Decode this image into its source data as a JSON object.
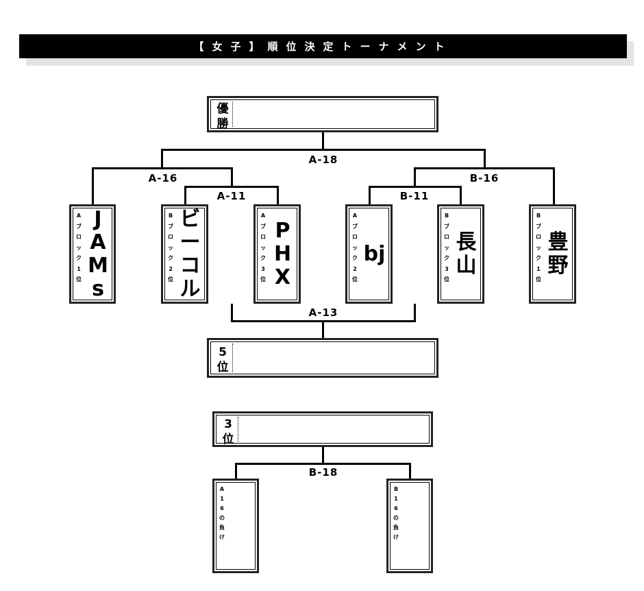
{
  "title": "【女子】順位決定トーナメント",
  "results": {
    "winner": "優勝",
    "fifth": "5位",
    "third": "3位"
  },
  "matches": {
    "final": "A-18",
    "left_semi": "A-16",
    "left_qf": "A-11",
    "right_semi": "B-16",
    "right_qf": "B-11",
    "fifth_place": "A-13",
    "third_place": "B-18"
  },
  "teams": [
    {
      "seed": "Aブロック1位",
      "name": "JAMs"
    },
    {
      "seed": "Bブロック2位",
      "name": "ビーコル"
    },
    {
      "seed": "Aブロック3位",
      "name": "PHX"
    },
    {
      "seed": "Aブロック2位",
      "name": "bj"
    },
    {
      "seed": "Bブロック3位",
      "name": "長山"
    },
    {
      "seed": "Bブロック1位",
      "name": "豊野"
    }
  ],
  "third_place_slots": [
    {
      "seed": "A16の負け"
    },
    {
      "seed": "B16の負け"
    }
  ]
}
